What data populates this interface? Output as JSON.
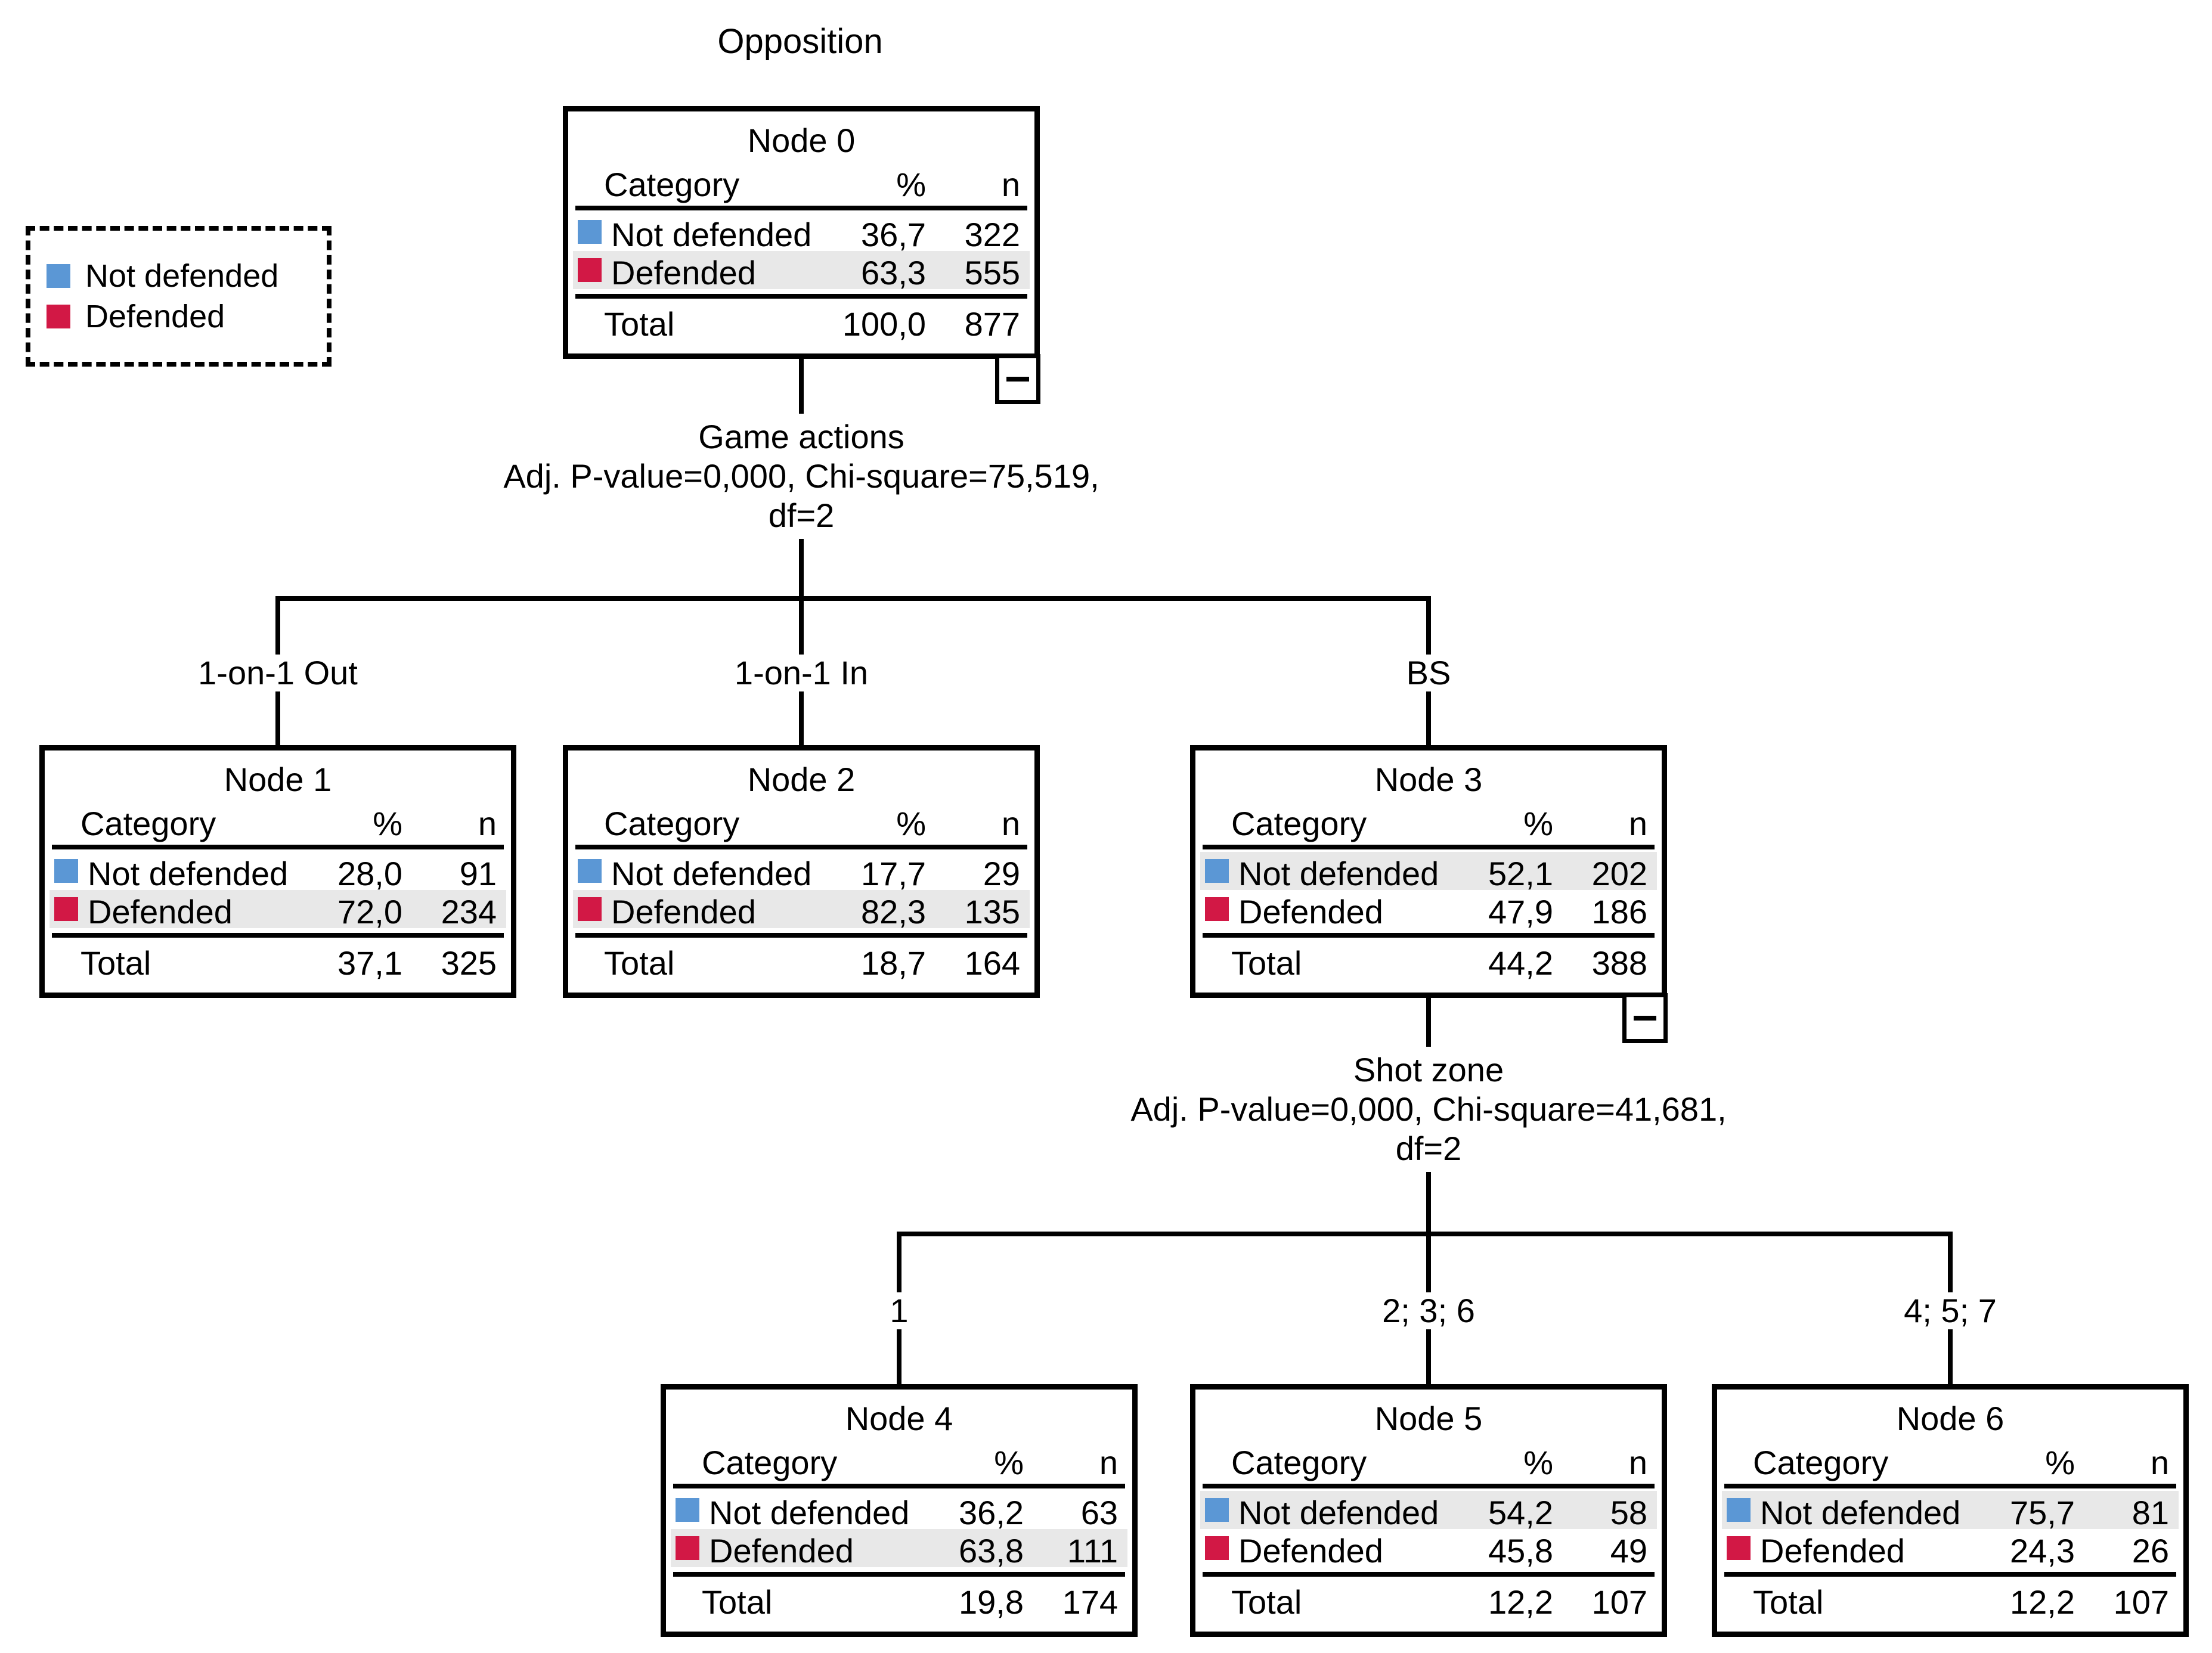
{
  "title": "Opposition",
  "legend": {
    "items": [
      {
        "label": "Not defended",
        "color": "#5B97D5"
      },
      {
        "label": "Defended",
        "color": "#D21845"
      }
    ]
  },
  "table": {
    "category_header": "Category",
    "percent_header": "%",
    "n_header": "n",
    "total_label": "Total"
  },
  "splits": {
    "game_actions": {
      "variable": "Game actions",
      "stats": "Adj. P-value=0,000, Chi-square=75,519,",
      "df": "df=2"
    },
    "shot_zone": {
      "variable": "Shot zone",
      "stats": "Adj. P-value=0,000, Chi-square=41,681,",
      "df": "df=2"
    }
  },
  "branch_labels": {
    "node1": "1-on-1 Out",
    "node2": "1-on-1 In",
    "node3": "BS",
    "node4": "1",
    "node5": "2; 3; 6",
    "node6": "4; 5; 7"
  },
  "nodes": {
    "n0": {
      "title": "Node 0",
      "rows": [
        {
          "label": "Not defended",
          "pct": "36,7",
          "n": "322",
          "highlight": false
        },
        {
          "label": "Defended",
          "pct": "63,3",
          "n": "555",
          "highlight": true
        }
      ],
      "total_pct": "100,0",
      "total_n": "877",
      "collapsible": true
    },
    "n1": {
      "title": "Node 1",
      "rows": [
        {
          "label": "Not defended",
          "pct": "28,0",
          "n": "91",
          "highlight": false
        },
        {
          "label": "Defended",
          "pct": "72,0",
          "n": "234",
          "highlight": true
        }
      ],
      "total_pct": "37,1",
      "total_n": "325",
      "collapsible": false
    },
    "n2": {
      "title": "Node 2",
      "rows": [
        {
          "label": "Not defended",
          "pct": "17,7",
          "n": "29",
          "highlight": false
        },
        {
          "label": "Defended",
          "pct": "82,3",
          "n": "135",
          "highlight": true
        }
      ],
      "total_pct": "18,7",
      "total_n": "164",
      "collapsible": false
    },
    "n3": {
      "title": "Node 3",
      "rows": [
        {
          "label": "Not defended",
          "pct": "52,1",
          "n": "202",
          "highlight": true
        },
        {
          "label": "Defended",
          "pct": "47,9",
          "n": "186",
          "highlight": false
        }
      ],
      "total_pct": "44,2",
      "total_n": "388",
      "collapsible": true
    },
    "n4": {
      "title": "Node 4",
      "rows": [
        {
          "label": "Not defended",
          "pct": "36,2",
          "n": "63",
          "highlight": false
        },
        {
          "label": "Defended",
          "pct": "63,8",
          "n": "111",
          "highlight": true
        }
      ],
      "total_pct": "19,8",
      "total_n": "174",
      "collapsible": false
    },
    "n5": {
      "title": "Node 5",
      "rows": [
        {
          "label": "Not defended",
          "pct": "54,2",
          "n": "58",
          "highlight": true
        },
        {
          "label": "Defended",
          "pct": "45,8",
          "n": "49",
          "highlight": false
        }
      ],
      "total_pct": "12,2",
      "total_n": "107",
      "collapsible": false
    },
    "n6": {
      "title": "Node 6",
      "rows": [
        {
          "label": "Not defended",
          "pct": "75,7",
          "n": "81",
          "highlight": true
        },
        {
          "label": "Defended",
          "pct": "24,3",
          "n": "26",
          "highlight": false
        }
      ],
      "total_pct": "12,2",
      "total_n": "107",
      "collapsible": false
    }
  },
  "icons": {
    "collapse": "minus-icon"
  },
  "colors": {
    "not_defended": "#5B97D5",
    "defended": "#D21845",
    "highlight_band": "#E8E8E8",
    "line": "#000000",
    "background": "#FFFFFF"
  }
}
